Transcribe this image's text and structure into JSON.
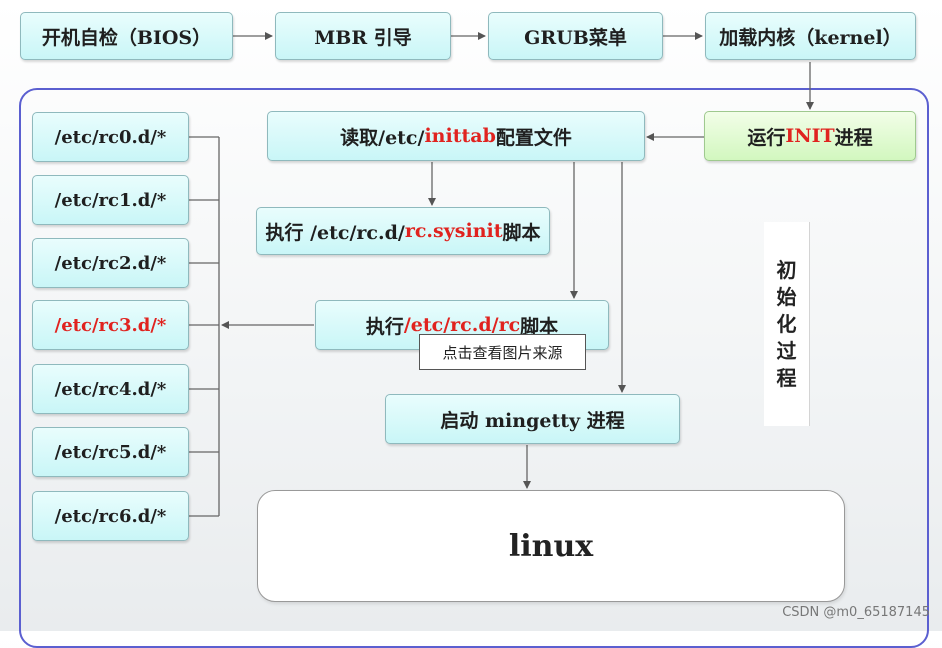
{
  "boot_chain": [
    {
      "label": "开机自检（BIOS）"
    },
    {
      "label": "MBR 引导"
    },
    {
      "label": "GRUB菜单"
    },
    {
      "label": "加载内核（kernel）"
    }
  ],
  "run_init": {
    "prefix": "运行 ",
    "highlight": "INIT",
    "suffix": " 进程"
  },
  "read_inittab": {
    "prefix": "读取/etc/",
    "highlight": "inittab",
    "suffix": "配置文件"
  },
  "exec_sysinit": {
    "prefix": "执行 /etc/rc.d/",
    "highlight": "rc.sysinit",
    "suffix": " 脚本"
  },
  "exec_rc": {
    "prefix": "执行",
    "highlight": "/etc/rc.d/rc",
    "suffix": "脚本"
  },
  "start_mingetty": {
    "label": "启动 mingetty 进程"
  },
  "runlevels": [
    {
      "label": "/etc/rc0.d/*",
      "highlight": false
    },
    {
      "label": "/etc/rc1.d/*",
      "highlight": false
    },
    {
      "label": "/etc/rc2.d/*",
      "highlight": false
    },
    {
      "label": "/etc/rc3.d/*",
      "highlight": true
    },
    {
      "label": "/etc/rc4.d/*",
      "highlight": false
    },
    {
      "label": "/etc/rc5.d/*",
      "highlight": false
    },
    {
      "label": "/etc/rc6.d/*",
      "highlight": false
    }
  ],
  "linux": {
    "label": "linux"
  },
  "init_process_label": [
    "初",
    "始",
    "化",
    "过",
    "程"
  ],
  "tooltip": {
    "text": "点击查看图片来源"
  },
  "watermark": {
    "text": "CSDN @m0_65187145"
  },
  "colors": {
    "box_fill": "#c9f6f7",
    "box_green_fill": "#d2f7bf",
    "highlight_red": "#e0231f",
    "frame_border": "#5b5fd0",
    "arrow": "#555555"
  }
}
